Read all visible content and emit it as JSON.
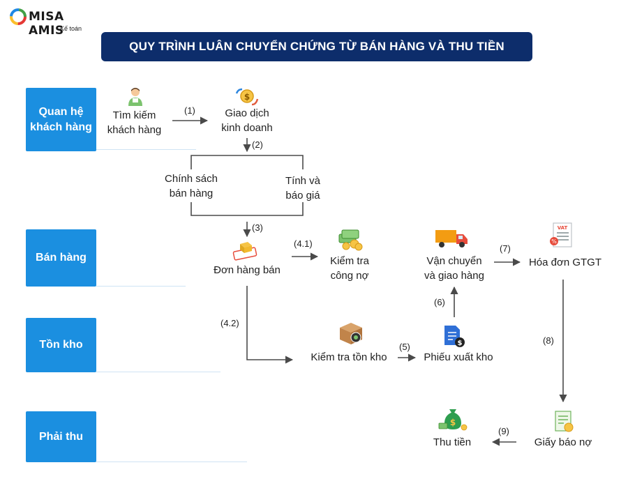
{
  "brand": {
    "name": "MISA AMIS",
    "sub": "Kế toán"
  },
  "title": "QUY TRÌNH LUÂN CHUYỂN CHỨNG TỪ BÁN HÀNG VÀ THU TIỀN",
  "lanes": [
    {
      "label": "Quan hệ khách hàng"
    },
    {
      "label": "Bán hàng"
    },
    {
      "label": "Tồn kho"
    },
    {
      "label": "Phải thu"
    }
  ],
  "nodes": {
    "tim_kiem": "Tìm kiếm\nkhách hàng",
    "giao_dich": "Giao dịch\nkinh doanh",
    "chinh_sach": "Chính sách\nbán hàng",
    "tinh_bao_gia": "Tính và\nbáo giá",
    "don_hang": "Đơn hàng bán",
    "kiem_tra_cong_no": "Kiểm tra\ncông nợ",
    "van_chuyen": "Vận chuyển\nvà giao hàng",
    "hoa_don": "Hóa đơn GTGT",
    "kiem_tra_ton_kho": "Kiểm tra tồn kho",
    "phieu_xuat": "Phiếu xuất kho",
    "giay_bao_no": "Giấy báo nợ",
    "thu_tien": "Thu tiền"
  },
  "steps": {
    "s1": "(1)",
    "s2": "(2)",
    "s3": "(3)",
    "s41": "(4.1)",
    "s42": "(4.2)",
    "s5": "(5)",
    "s6": "(6)",
    "s7": "(7)",
    "s8": "(8)",
    "s9": "(9)"
  },
  "colors": {
    "title_bg": "#0d2d6b",
    "lane_bg": "#1b8fe0",
    "arrow": "#4a4a4a"
  },
  "icons": {
    "tim_kiem": "person-icon",
    "giao_dich": "money-exchange-icon",
    "don_hang": "order-icon",
    "kiem_tra_cong_no": "money-stack-icon",
    "van_chuyen": "delivery-truck-icon",
    "hoa_don": "vat-invoice-icon",
    "kiem_tra_ton_kho": "inventory-box-icon",
    "phieu_xuat": "document-dollar-icon",
    "giay_bao_no": "debit-note-icon",
    "thu_tien": "money-bag-icon"
  }
}
